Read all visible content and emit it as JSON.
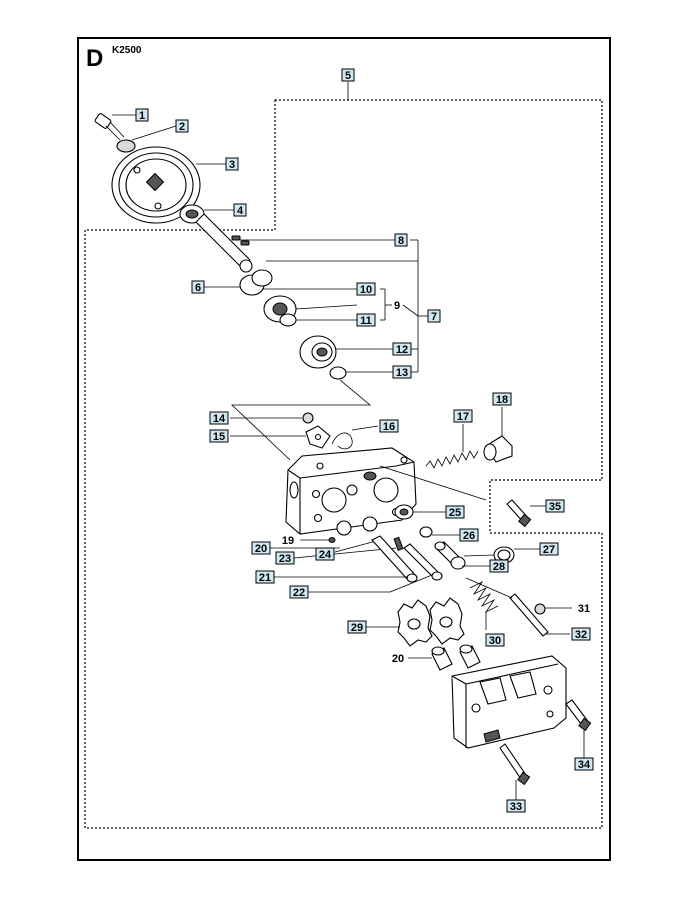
{
  "section_letter": "D",
  "model": "K2500",
  "callouts": {
    "c1": "1",
    "c2": "2",
    "c3": "3",
    "c4": "4",
    "c5": "5",
    "c6": "6",
    "c7": "7",
    "c8": "8",
    "c9": "9",
    "c10": "10",
    "c11": "11",
    "c12": "12",
    "c13": "13",
    "c14": "14",
    "c15": "15",
    "c16": "16",
    "c17": "17",
    "c18": "18",
    "c19": "19",
    "c20a": "20",
    "c20b": "20",
    "c21": "21",
    "c22": "22",
    "c23": "23",
    "c24": "24",
    "c25": "25",
    "c26": "26",
    "c27": "27",
    "c28": "28",
    "c29": "29",
    "c30": "30",
    "c31": "31",
    "c32": "32",
    "c33": "33",
    "c34": "34",
    "c35": "35"
  },
  "colors": {
    "callout_fill": "#cfe8f2",
    "line": "#000000"
  }
}
